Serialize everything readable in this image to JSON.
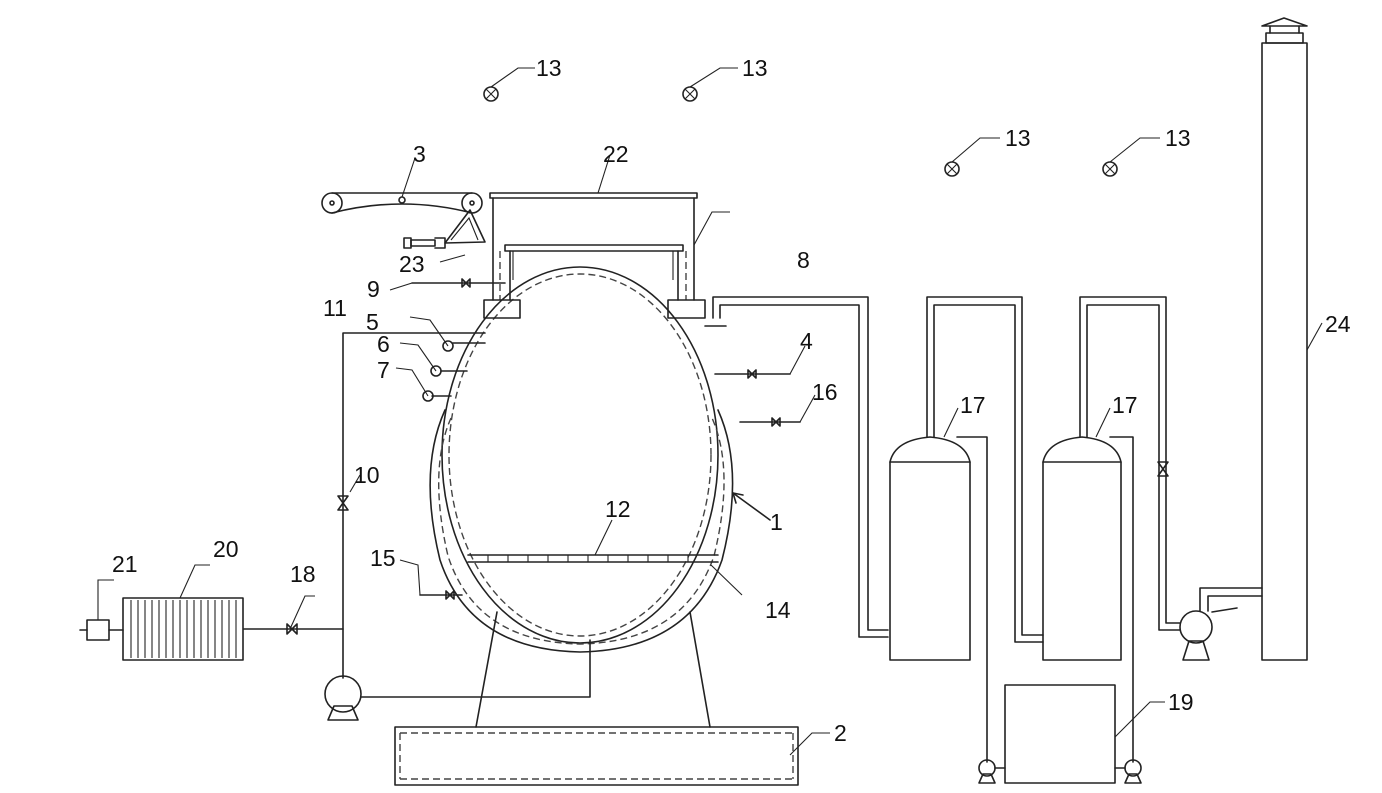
{
  "labels": [
    {
      "id": "l1",
      "text": "1"
    },
    {
      "id": "l2",
      "text": "2"
    },
    {
      "id": "l3",
      "text": "3"
    },
    {
      "id": "l4",
      "text": "4"
    },
    {
      "id": "l5",
      "text": "5"
    },
    {
      "id": "l6",
      "text": "6"
    },
    {
      "id": "l7",
      "text": "7"
    },
    {
      "id": "l8",
      "text": "8"
    },
    {
      "id": "l9",
      "text": "9"
    },
    {
      "id": "l10",
      "text": "10"
    },
    {
      "id": "l11",
      "text": "11"
    },
    {
      "id": "l12",
      "text": "12"
    },
    {
      "id": "l13a",
      "text": "13"
    },
    {
      "id": "l13b",
      "text": "13"
    },
    {
      "id": "l13c",
      "text": "13"
    },
    {
      "id": "l13d",
      "text": "13"
    },
    {
      "id": "l14",
      "text": "14"
    },
    {
      "id": "l15",
      "text": "15"
    },
    {
      "id": "l16",
      "text": "16"
    },
    {
      "id": "l17a",
      "text": "17"
    },
    {
      "id": "l17b",
      "text": "17"
    },
    {
      "id": "l18",
      "text": "18"
    },
    {
      "id": "l19",
      "text": "19"
    },
    {
      "id": "l20",
      "text": "20"
    },
    {
      "id": "l21",
      "text": "21"
    },
    {
      "id": "l22",
      "text": "22"
    },
    {
      "id": "l23",
      "text": "23"
    },
    {
      "id": "l24",
      "text": "24"
    }
  ]
}
